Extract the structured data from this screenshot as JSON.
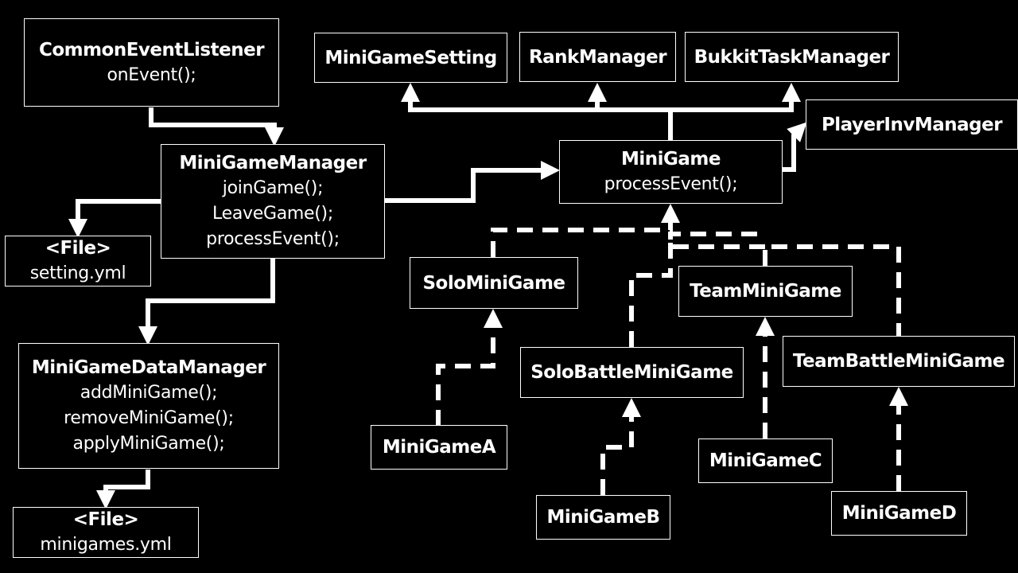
{
  "nodes": {
    "common_event_listener": {
      "title": "CommonEventListener",
      "methods": [
        "onEvent();"
      ]
    },
    "minigame_manager": {
      "title": "MiniGameManager",
      "methods": [
        "joinGame();",
        "LeaveGame();",
        "processEvent();"
      ]
    },
    "setting_file": {
      "title": "<File>",
      "methods": [
        "setting.yml"
      ]
    },
    "minigame_data_manager": {
      "title": "MiniGameDataManager",
      "methods": [
        "addMiniGame();",
        "removeMiniGame();",
        "applyMiniGame();"
      ]
    },
    "minigames_file": {
      "title": "<File>",
      "methods": [
        "minigames.yml"
      ]
    },
    "minigame_setting": {
      "title": "MiniGameSetting"
    },
    "rank_manager": {
      "title": "RankManager"
    },
    "bukkit_task_manager": {
      "title": "BukkitTaskManager"
    },
    "player_inv_manager": {
      "title": "PlayerInvManager"
    },
    "minigame": {
      "title": "MiniGame",
      "methods": [
        "processEvent();"
      ]
    },
    "solo_minigame": {
      "title": "SoloMiniGame"
    },
    "team_minigame": {
      "title": "TeamMiniGame"
    },
    "solo_battle_minigame": {
      "title": "SoloBattleMiniGame"
    },
    "team_battle_minigame": {
      "title": "TeamBattleMiniGame"
    },
    "minigame_a": {
      "title": "MiniGameA"
    },
    "minigame_b": {
      "title": "MiniGameB"
    },
    "minigame_c": {
      "title": "MiniGameC"
    },
    "minigame_d": {
      "title": "MiniGameD"
    }
  },
  "colors": {
    "background": "#000000",
    "foreground": "#ffffff"
  }
}
